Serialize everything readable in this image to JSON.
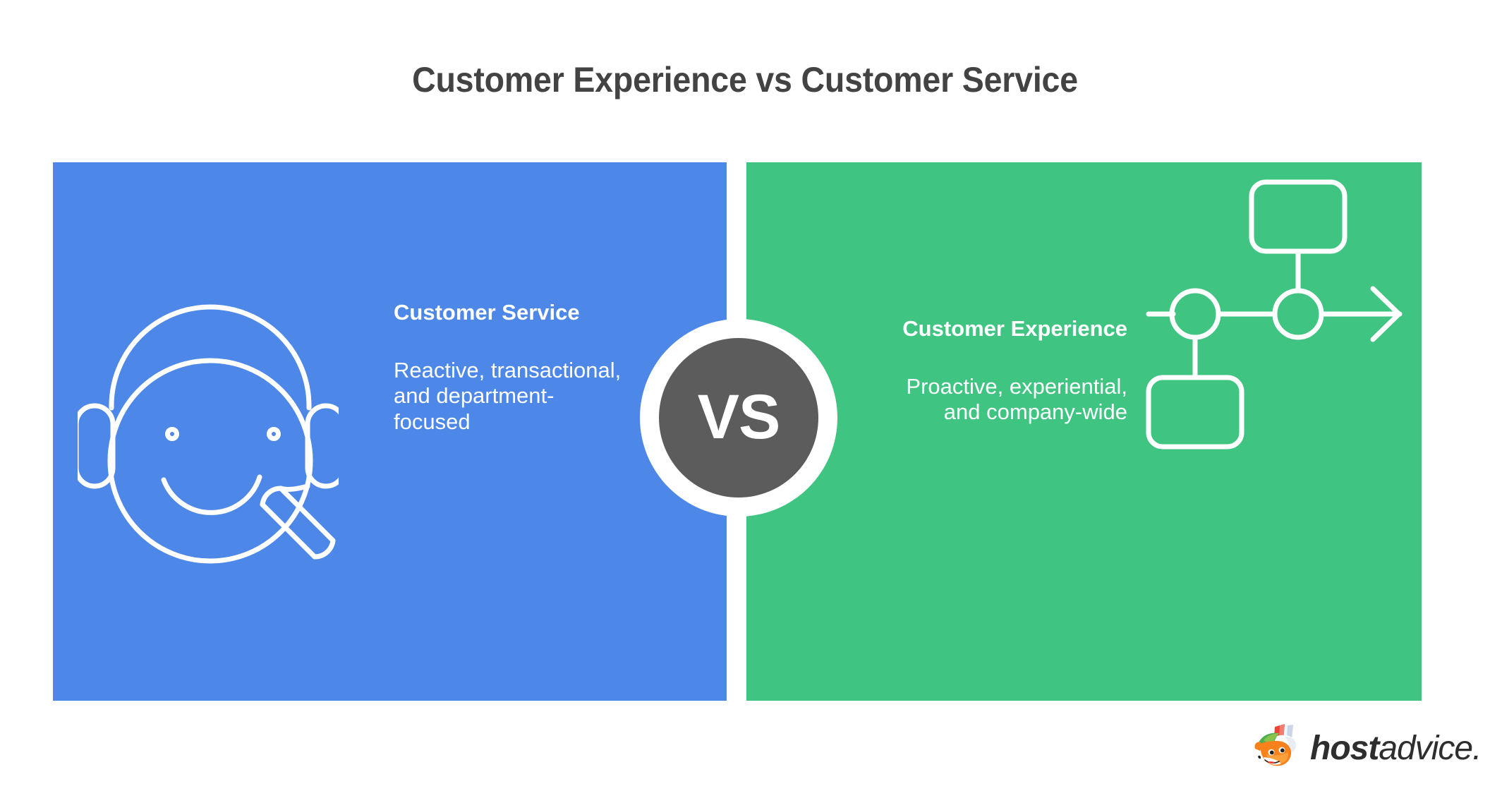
{
  "page": {
    "title": "Customer Experience vs Customer Service",
    "background_color": "#ffffff"
  },
  "colors": {
    "title_text": "#434343",
    "panel_left_bg": "#4d88e8",
    "panel_right_bg": "#3fc482",
    "vs_badge_bg": "#5c5c5c",
    "vs_ring": "#ffffff",
    "panel_text": "#ffffff",
    "logo_text": "#2e2e2e",
    "logo_fox_primary": "#f7821b",
    "logo_hat_green": "#4caf50",
    "logo_hat_red": "#ef4136",
    "logo_hat_white": "#ffffff"
  },
  "panels": {
    "left": {
      "heading": "Customer Service",
      "body": "Reactive, transactional, and department-focused",
      "icon_name": "support-headset-smiley-magnifier-icon",
      "align": "left"
    },
    "right": {
      "heading": "Customer Experience",
      "body": "Proactive, experiential, and company-wide",
      "icon_name": "journey-flowchart-arrow-icon",
      "align": "right"
    }
  },
  "divider": {
    "label": "VS"
  },
  "logo": {
    "brand_bold": "host",
    "brand_light": "advice.",
    "mark_name": "hostadvice-fox-icon"
  }
}
